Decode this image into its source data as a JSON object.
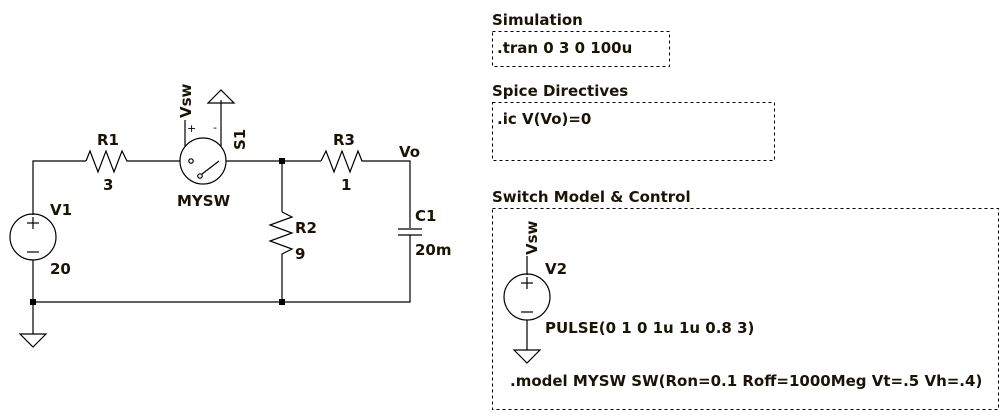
{
  "schematic": {
    "components": {
      "V1": {
        "name": "V1",
        "value": "20"
      },
      "R1": {
        "name": "R1",
        "value": "3"
      },
      "S1": {
        "name": "S1",
        "model": "MYSW",
        "ctrl_plus": "+",
        "ctrl_minus": "-",
        "ctrl_net": "Vsw"
      },
      "R2": {
        "name": "R2",
        "value": "9"
      },
      "R3": {
        "name": "R3",
        "value": "1"
      },
      "C1": {
        "name": "C1",
        "value": "20m"
      },
      "V2": {
        "name": "V2",
        "value": "PULSE(0 1 0 1u 1u 0.8 3)",
        "net": "Vsw"
      }
    },
    "net_labels": {
      "vo": "Vo"
    }
  },
  "panels": {
    "simulation": {
      "title": "Simulation",
      "directive": ".tran 0 3 0 100u"
    },
    "spice_directives": {
      "title": "Spice Directives",
      "directive": ".ic V(Vo)=0"
    },
    "switch_model": {
      "title": "Switch Model & Control",
      "directive": ".model MYSW SW(Ron=0.1 Roff=1000Meg Vt=.5 Vh=.4)"
    }
  }
}
